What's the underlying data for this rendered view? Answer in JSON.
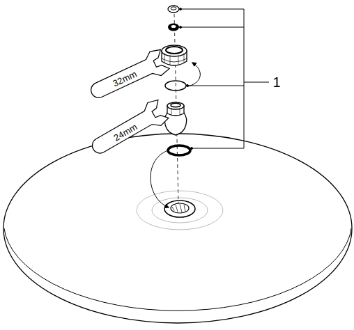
{
  "diagram": {
    "labels": [
      "32mm",
      "24mm",
      "1"
    ]
  }
}
